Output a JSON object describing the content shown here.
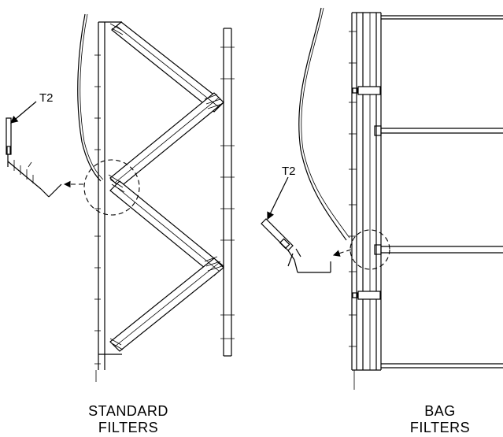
{
  "left_diagram": {
    "sensor_label": "T2",
    "caption_line1": "STANDARD",
    "caption_line2": "FILTERS"
  },
  "right_diagram": {
    "sensor_label": "T2",
    "caption_line1": "BAG",
    "caption_line2": "FILTERS"
  }
}
